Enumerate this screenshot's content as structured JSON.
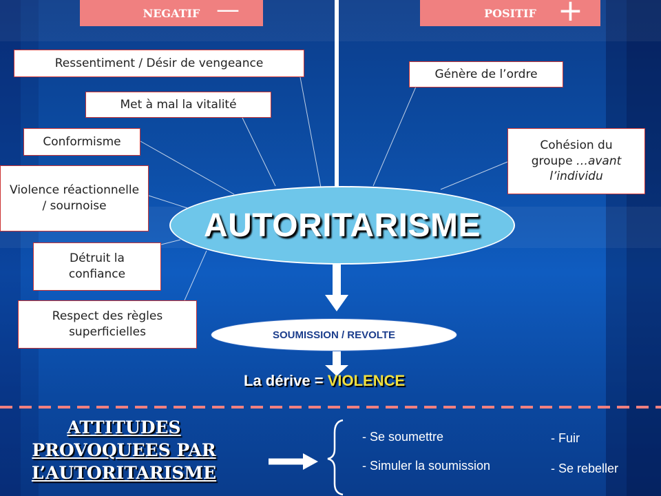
{
  "header": {
    "negative_label": "NEGATIF",
    "negative_symbol": "—",
    "positive_label": "POSITIF",
    "positive_symbol": "+"
  },
  "negative_items": [
    "Ressentiment / Désir de vengeance",
    "Met à mal la vitalité",
    "Conformisme",
    "Violence réactionnelle / sournoise",
    "Détruit la confiance",
    "Respect des règles superficielles"
  ],
  "positive_items": {
    "ordre": "Génère de l’ordre",
    "cohesion_line1": "Cohésion du",
    "cohesion_line2_normal": "groupe ",
    "cohesion_line2_italic": "…avant",
    "cohesion_line3_italic": "l’individu"
  },
  "center": {
    "main": "AUTORITARISME",
    "sub": "SOUMISSION / REVOLTE",
    "derive_prefix": "La dérive = ",
    "derive_value": "VIOLENCE"
  },
  "bottom": {
    "title_line1": "ATTITUDES",
    "title_line2": "PROVOQUEES PAR",
    "title_line3": "L’AUTORITARISME",
    "options_left": [
      "- Se soumettre",
      "- Simuler la soumission"
    ],
    "options_right": [
      "- Fuir",
      "- Se rebeller"
    ]
  },
  "colors": {
    "header_tab": "#f08080",
    "ellipse": "#6ec6ea",
    "accent_yellow": "#f0e040",
    "divider": "#f08080"
  }
}
